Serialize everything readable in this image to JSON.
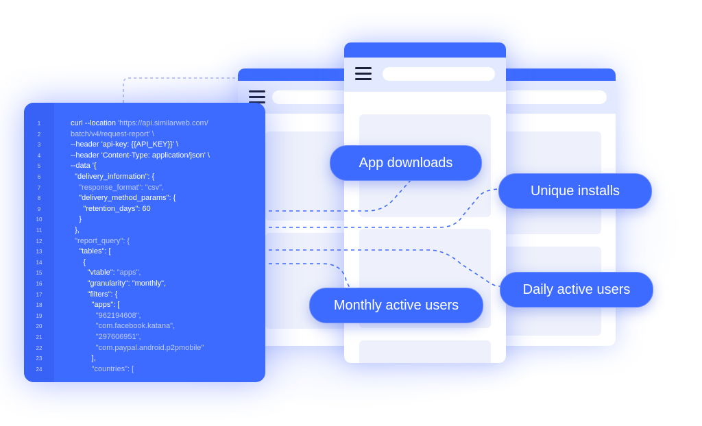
{
  "code": {
    "lines": [
      {
        "n": "1",
        "text": "curl --location ",
        "dim": "'https://api.similarweb.com/"
      },
      {
        "n": "2",
        "text": "",
        "dim": "batch/v4/request-report' \\"
      },
      {
        "n": "3",
        "text": "--header 'api-key: {{API_KEY}}' \\",
        "dim": ""
      },
      {
        "n": "4",
        "text": "--header 'Content-Type: application/json' \\",
        "dim": ""
      },
      {
        "n": "5",
        "text": "--data '{",
        "dim": ""
      },
      {
        "n": "6",
        "text": "  \"delivery_information\": {",
        "dim": ""
      },
      {
        "n": "7",
        "text": "    ",
        "dim": "\"response_format\": \"csv\","
      },
      {
        "n": "8",
        "text": "    \"delivery_method_params\": {",
        "dim": ""
      },
      {
        "n": "9",
        "text": "      \"retention_days\": 60",
        "dim": ""
      },
      {
        "n": "10",
        "text": "    }",
        "dim": ""
      },
      {
        "n": "11",
        "text": "  },",
        "dim": ""
      },
      {
        "n": "12",
        "text": "  ",
        "dim": "\"report_query\": {"
      },
      {
        "n": "13",
        "text": "    \"tables\": [",
        "dim": ""
      },
      {
        "n": "14",
        "text": "      {",
        "dim": ""
      },
      {
        "n": "15",
        "text": "        \"vtable\": ",
        "dim": "\"apps\","
      },
      {
        "n": "16",
        "text": "        \"granularity\": \"monthly\",",
        "dim": ""
      },
      {
        "n": "17",
        "text": "        \"filters\": {",
        "dim": ""
      },
      {
        "n": "18",
        "text": "          \"apps\": [",
        "dim": ""
      },
      {
        "n": "19",
        "text": "            ",
        "dim": "\"962194608\","
      },
      {
        "n": "20",
        "text": "            ",
        "dim": "\"com.facebook.katana\","
      },
      {
        "n": "21",
        "text": "            ",
        "dim": "\"297606951\","
      },
      {
        "n": "22",
        "text": "            ",
        "dim": "\"com.paypal.android.p2pmobile\""
      },
      {
        "n": "23",
        "text": "          ],",
        "dim": ""
      },
      {
        "n": "24",
        "text": "          ",
        "dim": "\"countries\": ["
      }
    ]
  },
  "pills": {
    "app_downloads": "App downloads",
    "unique_installs": "Unique installs",
    "daily_active_users": "Daily active users",
    "monthly_active_users": "Monthly active users"
  },
  "colors": {
    "accent": "#3d6bff",
    "panel_light": "#e3e9ff",
    "card": "#eef1fb"
  }
}
